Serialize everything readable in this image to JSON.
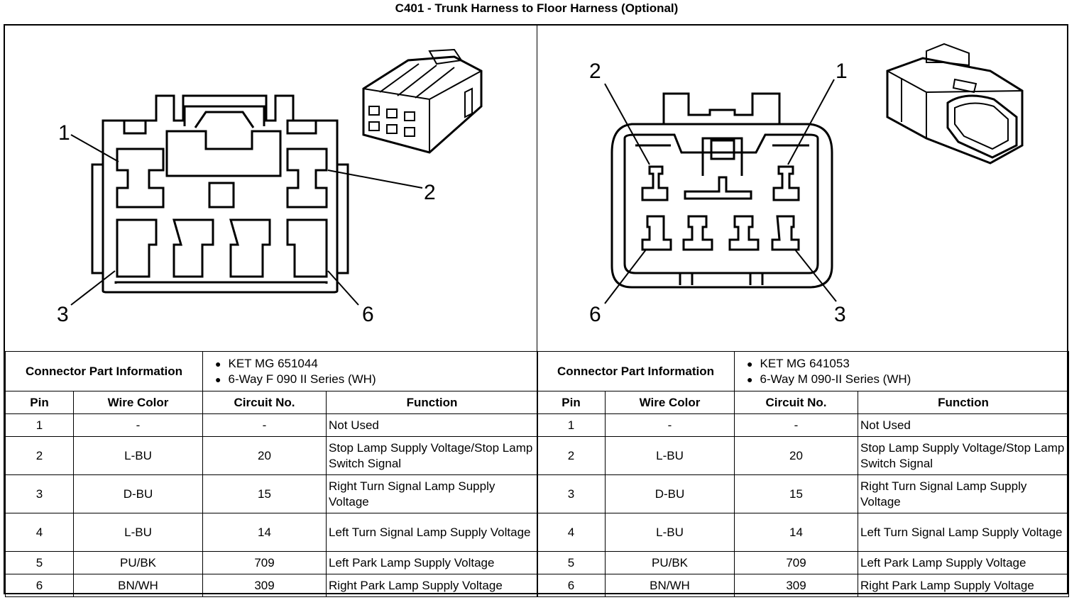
{
  "title": "C401 - Trunk Harness to Floor Harness (Optional)",
  "left": {
    "pin_callouts": [
      "1",
      "2",
      "3",
      "6"
    ],
    "connector_info_label": "Connector Part Information",
    "part_info": [
      "KET MG 651044",
      "6-Way F 090 II Series (WH)"
    ],
    "headers": [
      "Pin",
      "Wire Color",
      "Circuit No.",
      "Function"
    ],
    "rows": [
      [
        "1",
        "-",
        "-",
        "Not Used"
      ],
      [
        "2",
        "L-BU",
        "20",
        "Stop Lamp Supply Voltage/Stop Lamp Switch Signal"
      ],
      [
        "3",
        "D-BU",
        "15",
        "Right Turn Signal Lamp Supply Voltage"
      ],
      [
        "4",
        "L-BU",
        "14",
        "Left Turn Signal Lamp Supply Voltage"
      ],
      [
        "5",
        "PU/BK",
        "709",
        "Left Park Lamp Supply Voltage"
      ],
      [
        "6",
        "BN/WH",
        "309",
        "Right Park Lamp Supply Voltage"
      ]
    ]
  },
  "right": {
    "pin_callouts": [
      "2",
      "1",
      "6",
      "3"
    ],
    "connector_info_label": "Connector Part Information",
    "part_info": [
      "KET MG 641053",
      "6-Way M 090-II Series (WH)"
    ],
    "headers": [
      "Pin",
      "Wire Color",
      "Circuit No.",
      "Function"
    ],
    "rows": [
      [
        "1",
        "-",
        "-",
        "Not Used"
      ],
      [
        "2",
        "L-BU",
        "20",
        "Stop Lamp Supply Voltage/Stop Lamp Switch Signal"
      ],
      [
        "3",
        "D-BU",
        "15",
        "Right Turn Signal Lamp Supply Voltage"
      ],
      [
        "4",
        "L-BU",
        "14",
        "Left Turn Signal Lamp Supply Voltage"
      ],
      [
        "5",
        "PU/BK",
        "709",
        "Left Park Lamp Supply Voltage"
      ],
      [
        "6",
        "BN/WH",
        "309",
        "Right Park Lamp Supply Voltage"
      ]
    ]
  }
}
